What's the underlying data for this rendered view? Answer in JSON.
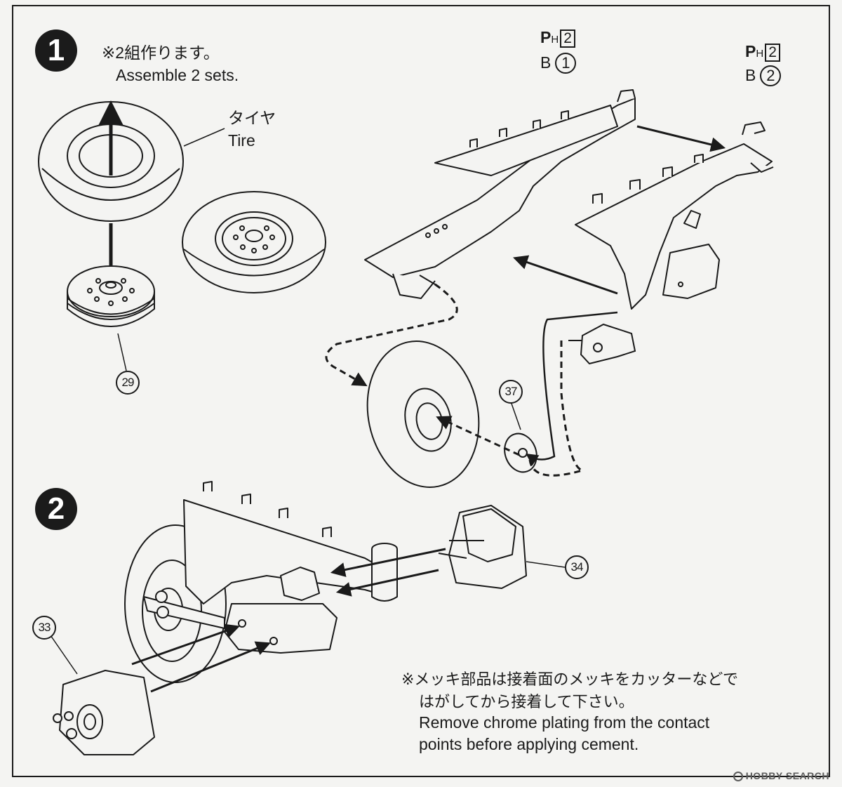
{
  "step1": {
    "number": "1",
    "note_jp": "※2組作ります。",
    "note_en": "Assemble 2 sets.",
    "tire_jp": "タイヤ",
    "tire_en": "Tire",
    "part_wheel": "29",
    "part_hub": "37",
    "frame_left": {
      "code_prefix": "P",
      "code_sub": "H",
      "code_box": "2",
      "part_letter": "B",
      "part_num": "1"
    },
    "frame_right": {
      "code_prefix": "P",
      "code_sub": "H",
      "code_box": "2",
      "part_letter": "B",
      "part_num": "2"
    }
  },
  "step2": {
    "number": "2",
    "part_right_box": "34",
    "part_left_box": "33",
    "note_jp_line1": "※メッキ部品は接着面のメッキをカッターなどで",
    "note_jp_line2": "はがしてから接着して下さい。",
    "note_en_line1": "Remove chrome plating from the contact",
    "note_en_line2": "points before applying cement."
  },
  "watermark": {
    "text": "HOBBY SEARCH"
  },
  "colors": {
    "ink": "#1a1a1a",
    "paper": "#f4f4f2",
    "badge": "#1b1b1b"
  }
}
